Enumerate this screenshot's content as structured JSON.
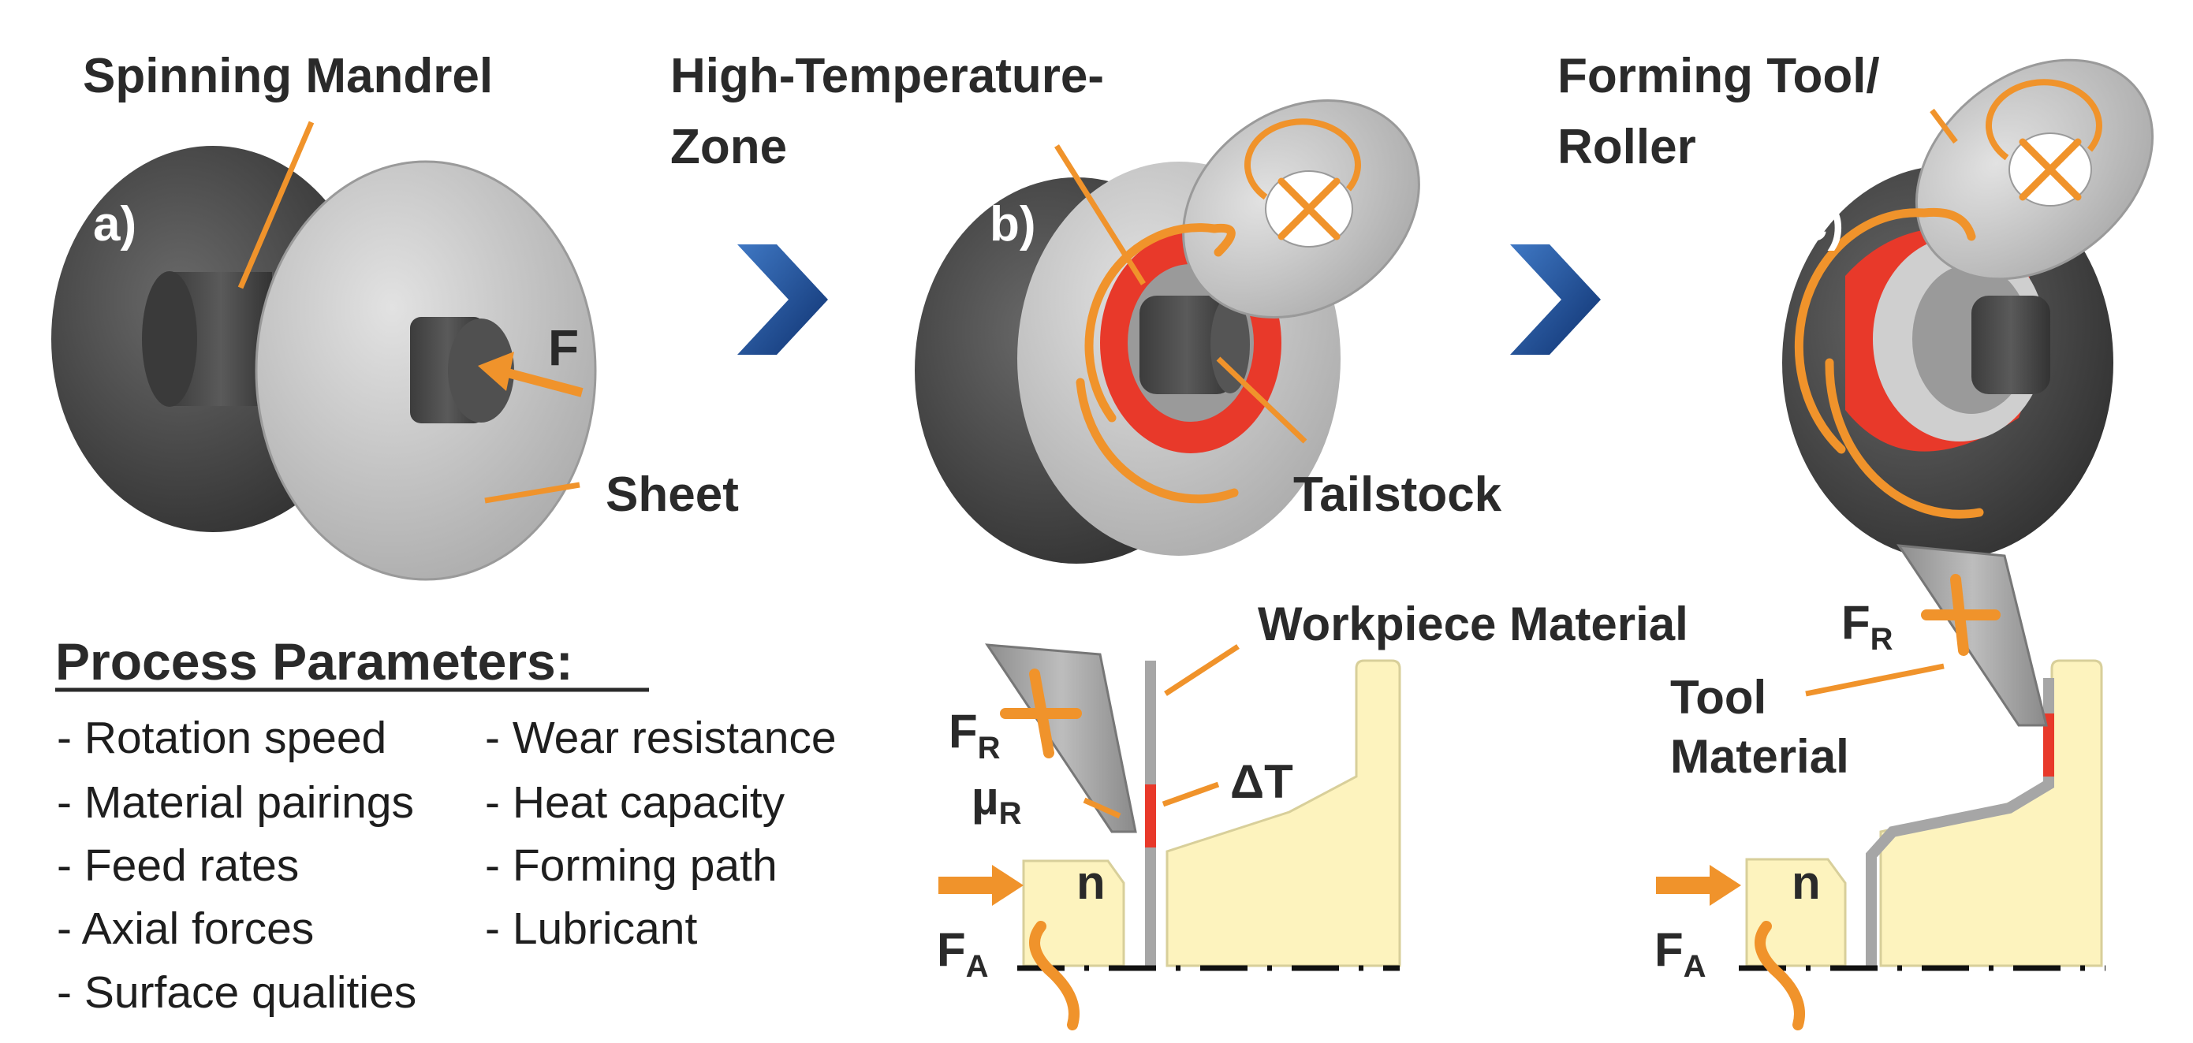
{
  "panels": {
    "a": {
      "tag": "a)",
      "mandrel": "Spinning Mandrel",
      "force": "F",
      "sheet": "Sheet"
    },
    "b": {
      "tag": "b)",
      "zone_line1": "High-Temperature-",
      "zone_line2": "Zone",
      "tailstock": "Tailstock"
    },
    "c": {
      "tag": "c)",
      "tool_line1": "Forming Tool/",
      "tool_line2": "Roller"
    }
  },
  "parameters": {
    "heading": "Process Parameters:",
    "left": [
      "- Rotation speed",
      "- Material pairings",
      "- Feed rates",
      "- Axial forces",
      "- Surface qualities"
    ],
    "right": [
      "- Wear resistance",
      "- Heat capacity",
      "- Forming path",
      "- Lubricant"
    ]
  },
  "section_left": {
    "workpiece": "Workpiece Material",
    "fr": "F",
    "fr_sub": "R",
    "mu": "µ",
    "mu_sub": "R",
    "dt": "ΔT",
    "n": "n",
    "fa": "F",
    "fa_sub": "A"
  },
  "section_right": {
    "fr": "F",
    "fr_sub": "R",
    "tool_line1": "Tool",
    "tool_line2": "Material",
    "n": "n",
    "fa": "F",
    "fa_sub": "A"
  },
  "colors": {
    "orange": "#F0932B",
    "hot": "#E8392A",
    "dark_disc": "#4A4A4A",
    "sheet": "#C9C9C9",
    "roller": "#BDBDBD",
    "cream": "#FDF3BE",
    "arrow_blue": "#1D4F93"
  }
}
